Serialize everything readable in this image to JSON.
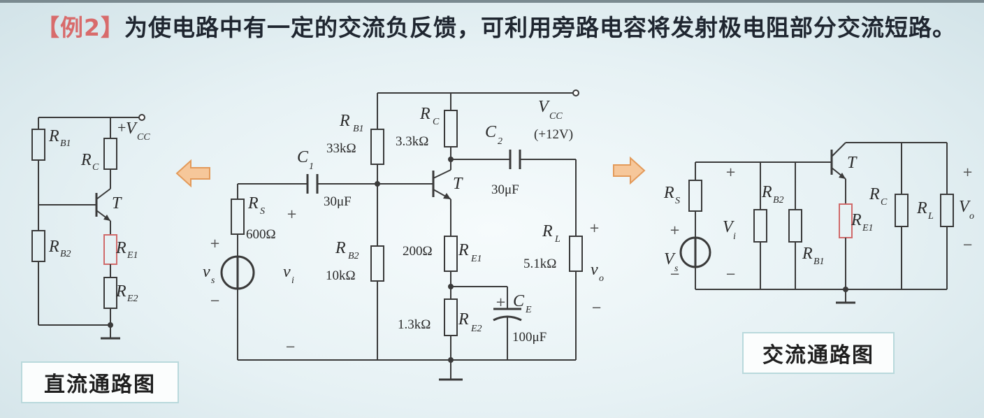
{
  "title": {
    "tag": "【例2】",
    "text": "为使电路中有一定的交流负反馈，可利用旁路电容将发射极电阻部分交流短路。"
  },
  "captions": {
    "dc": "直流通路图",
    "ac": "交流通路图"
  },
  "labels": {
    "R": "R",
    "V": "V",
    "v": "v",
    "C": "C",
    "T": "T",
    "plus_vcc": "+",
    "sub_B1": "B1",
    "sub_B2": "B2",
    "sub_C": "C",
    "sub_E1": "E1",
    "sub_E2": "E2",
    "sub_CC": "CC",
    "sub_S": "S",
    "sub_s": "s",
    "sub_L": "L",
    "sub_i": "i",
    "sub_o": "o",
    "sub_1": "1",
    "sub_2": "2",
    "sub_E": "E",
    "plus": "+",
    "minus": "−"
  },
  "values": {
    "vcc": "(+12V)",
    "rb1": "33kΩ",
    "rb2": "10kΩ",
    "rc": "3.3kΩ",
    "re1": "200Ω",
    "re2": "1.3kΩ",
    "rs": "600Ω",
    "rl": "5.1kΩ",
    "c1": "30μF",
    "c2": "30μF",
    "ce": "100μF"
  },
  "colors": {
    "wire": "#3a3a3a",
    "highlight": "#d06a6a",
    "arrow_fill": "#f6c79a",
    "arrow_stroke": "#e39a5a"
  }
}
